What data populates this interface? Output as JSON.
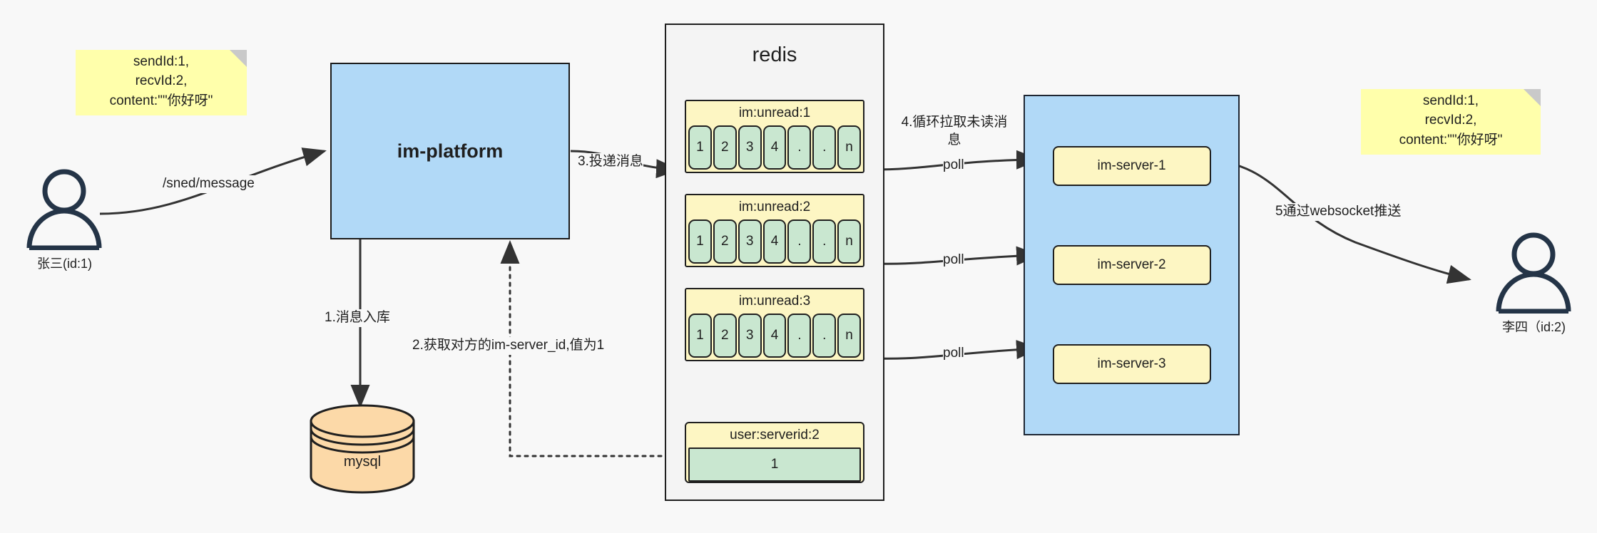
{
  "diagram": {
    "title": "IM message delivery architecture",
    "colors": {
      "note_yellow": "#ffffab",
      "box_blue": "#b1d9f7",
      "key_yellow": "#fdf6c3",
      "cell_green": "#c9e7d0",
      "db_orange": "#fcd9a8",
      "stroke": "#1f1f1f",
      "canvas": "#f8f8f8"
    },
    "notes": [
      {
        "id": "note-left",
        "text": "sendId:1,\nrecvId:2,\ncontent:\"\"你好呀\""
      },
      {
        "id": "note-right",
        "text": "sendId:1,\nrecvId:2,\ncontent:\"\"你好呀\""
      }
    ],
    "actors": [
      {
        "id": "actor-sender",
        "label": "张三(id:1)",
        "icon": "user-icon"
      },
      {
        "id": "actor-receiver",
        "label": "李四（id:2)",
        "icon": "user-icon"
      }
    ],
    "platform": {
      "label": "im-platform"
    },
    "database": {
      "label": "mysql",
      "icon": "database-cylinder-icon"
    },
    "redis": {
      "title": "redis",
      "structures": [
        {
          "key": "im:unread:1",
          "cells": [
            "1",
            "2",
            "3",
            "4",
            ".",
            ".",
            "n"
          ]
        },
        {
          "key": "im:unread:2",
          "cells": [
            "1",
            "2",
            "3",
            "4",
            ".",
            ".",
            "n"
          ]
        },
        {
          "key": "im:unread:3",
          "cells": [
            "1",
            "2",
            "3",
            "4",
            ".",
            ".",
            "n"
          ]
        }
      ],
      "single": {
        "key": "user:serverid:2",
        "value": "1"
      }
    },
    "servers": [
      {
        "label": "im-server-1"
      },
      {
        "label": "im-server-2"
      },
      {
        "label": "im-server-3"
      }
    ],
    "edges": [
      {
        "id": "edge-send-message",
        "label": "/sned/message"
      },
      {
        "id": "edge-store-message",
        "label": "1.消息入库"
      },
      {
        "id": "edge-get-server-id",
        "label": "2.获取对方的im-server_id,值为1"
      },
      {
        "id": "edge-deliver-message",
        "label": "3.投递消息"
      },
      {
        "id": "edge-poll-unread",
        "label": "4.循环拉取未读消\n息"
      },
      {
        "id": "edge-poll-1",
        "label": "poll"
      },
      {
        "id": "edge-poll-2",
        "label": "poll"
      },
      {
        "id": "edge-poll-3",
        "label": "poll"
      },
      {
        "id": "edge-websocket-push",
        "label": "5通过websocket推送"
      }
    ]
  }
}
